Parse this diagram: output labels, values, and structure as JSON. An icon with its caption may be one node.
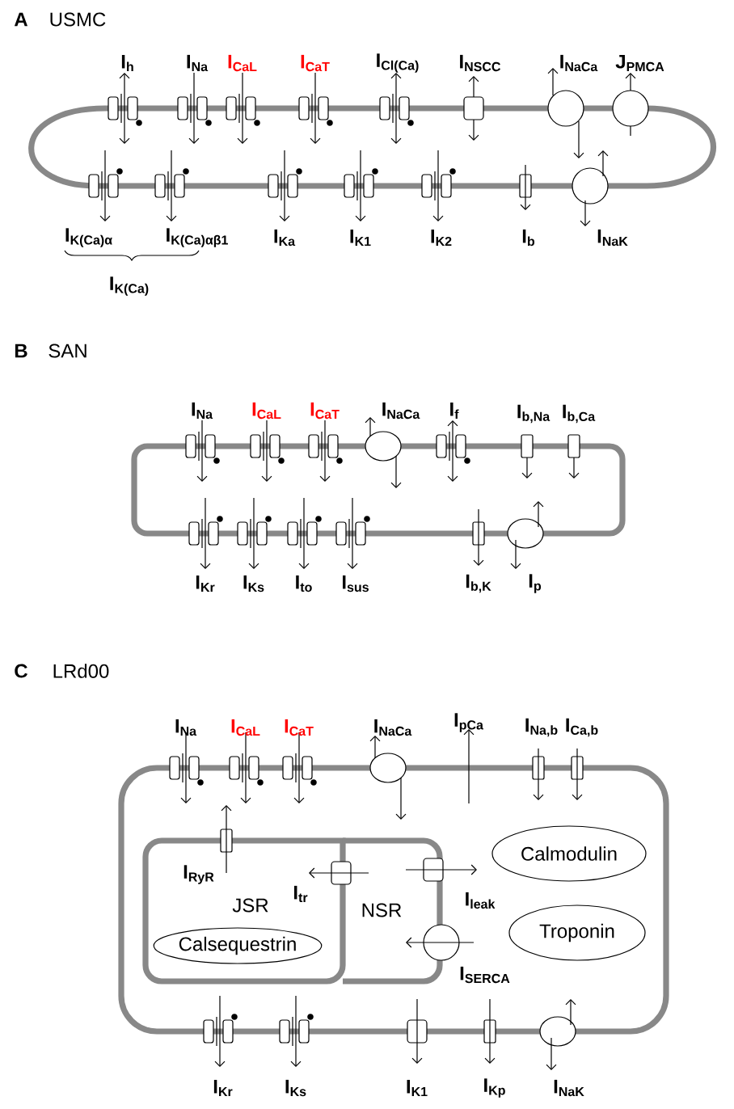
{
  "diagram": {
    "nodes": [
      {
        "text": [
          "JSR"
        ]
      },
      {
        "text": [
          "Calsequestrin"
        ],
        "in": 0
      },
      {
        "text": [
          "NSR"
        ]
      },
      {
        "text": [
          "Calmodulin"
        ]
      },
      {
        "text": [
          "Troponin"
        ]
      }
    ],
    "labels": [
      "A",
      "USMC",
      "I$_{h}$",
      "I$_{Na}$",
      "I$_{CaL}$",
      "I$_{CaT}$",
      "I$_{Cl(Ca)}$",
      "I$_{NSCC}$",
      "I$_{NaCa}$",
      "J$_{PMCA}$",
      "I$_{K(Ca)α}$",
      "I$_{K(Ca)αβ1}$",
      "I$_{Ka}$",
      "I$_{K1}$",
      "I$_{K2}$",
      "I$_{b}$",
      "I$_{NaK}$",
      "I$_{K(Ca)}$",
      "B",
      "SAN",
      "I$_{Na}$",
      "I$_{CaL}$",
      "I$_{CaT}$",
      "I$_{NaCa}$",
      "I$_{f}$",
      "I$_{b,Na}$",
      "I$_{b,Ca}$",
      "I$_{Kr}$",
      "I$_{Ks}$",
      "I$_{to}$",
      "I$_{sus}$",
      "I$_{b,K}$",
      "I$_{p}$",
      "C",
      "LRd00",
      "I$_{Na}$",
      "I$_{CaL}$",
      "I$_{CaT}$",
      "I$_{NaCa}$",
      "I$_{pCa}$",
      "I$_{Na,b}$",
      "I$_{Ca,b}$",
      "I$_{RyR}$",
      "I$_{tr}$",
      "I$_{leak}$",
      "I$_{SERCA}$",
      "I$_{Kr}$",
      "I$_{Ks}$",
      "I$_{K1}$",
      "I$_{Kp}$",
      "I$_{NaK}$"
    ]
  }
}
